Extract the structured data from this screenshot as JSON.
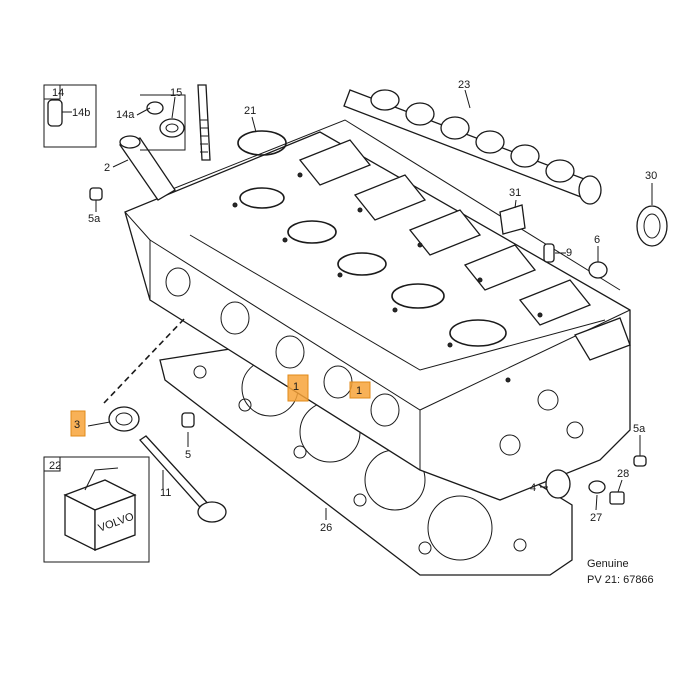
{
  "colors": {
    "line": "#1a1a1a",
    "highlight": "#f7a33a",
    "background": "#ffffff"
  },
  "callouts": {
    "c14": "14",
    "c14b": "14b",
    "c14a": "14a",
    "c15": "15",
    "c2": "2",
    "c5a_left": "5a",
    "c21": "21",
    "c23": "23",
    "c30": "30",
    "c31": "31",
    "c9": "9",
    "c6": "6",
    "c3": "3",
    "c5": "5",
    "c11": "11",
    "c22": "22",
    "c26": "26",
    "c4": "4",
    "c5a_right": "5a",
    "c28": "28",
    "c27": "27",
    "c1": "1"
  },
  "box_brand": "VOLVO",
  "caption": {
    "line1": "Genuine",
    "line2": "PV 21: 67866"
  }
}
